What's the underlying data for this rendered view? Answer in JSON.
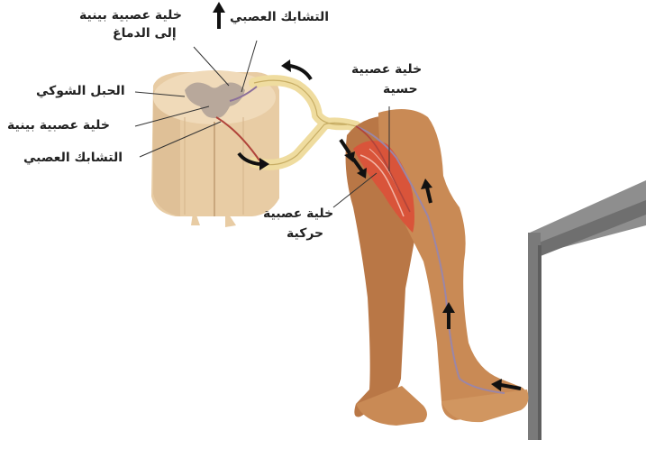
{
  "labels": {
    "interneuron_brain_line1": "خلية عصبية بينية",
    "interneuron_brain_line2": "إلى الدماغ",
    "synapse_top": "التشابك العصبي",
    "sensory_neuron_line1": "خلية عصبية",
    "sensory_neuron_line2": "حسية",
    "spinal_cord": "الحبل الشوكي",
    "interneuron": "خلية عصبية بينية",
    "synapse_bottom": "التشابك العصبي",
    "motor_neuron_line1": "خلية عصبية",
    "motor_neuron_line2": "حركية"
  },
  "colors": {
    "skin": "#c98a55",
    "skin_dark": "#a8683a",
    "spinal_cord": "#ecd2ae",
    "grey_matter": "#b7a79a",
    "nerve": "#f1e0a8",
    "muscle": "#d9543a",
    "table": "#7d7d7d",
    "arrow": "#111111"
  }
}
